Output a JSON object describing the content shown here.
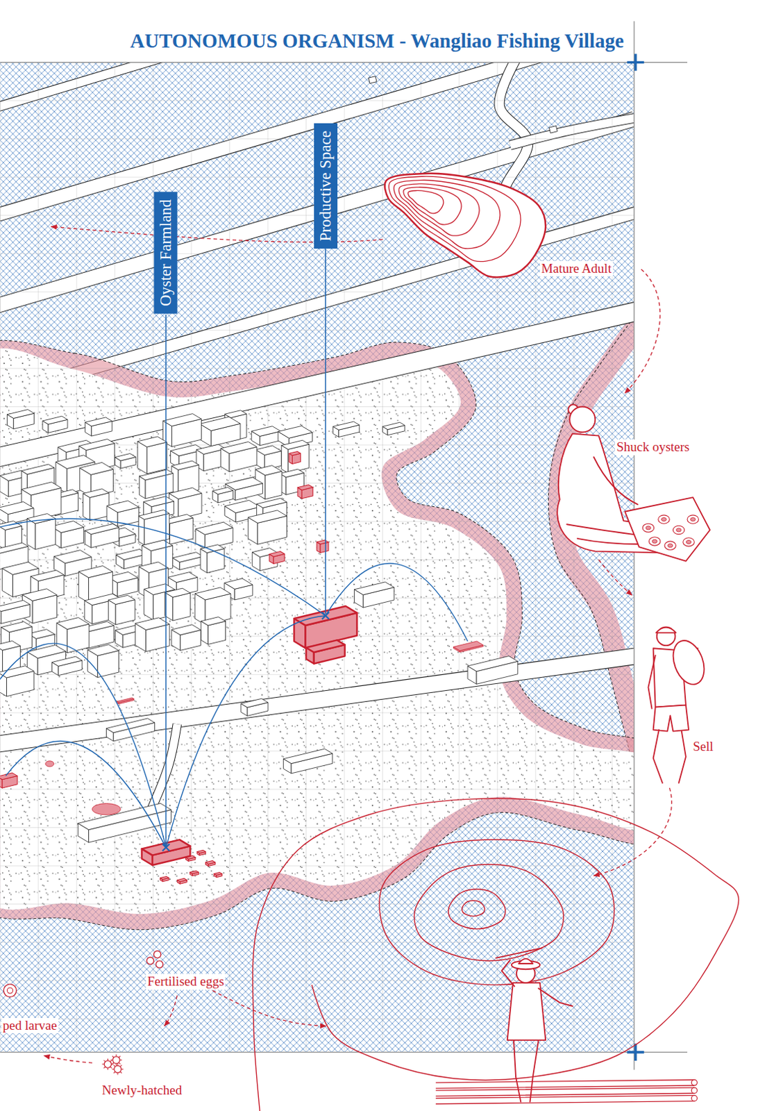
{
  "diagram": {
    "title": "AUTONOMOUS ORGANISM - Wangliao Fishing Village",
    "nodes": [
      {
        "text": [
          "Oyster Farmland"
        ]
      },
      {
        "text": [
          "Productive Space"
        ]
      }
    ],
    "labels": [
      "Mature Adult",
      "Shuck oysters",
      "Sell",
      "Fertilised eggs",
      "ped larvae",
      "Newly-hatched"
    ]
  }
}
